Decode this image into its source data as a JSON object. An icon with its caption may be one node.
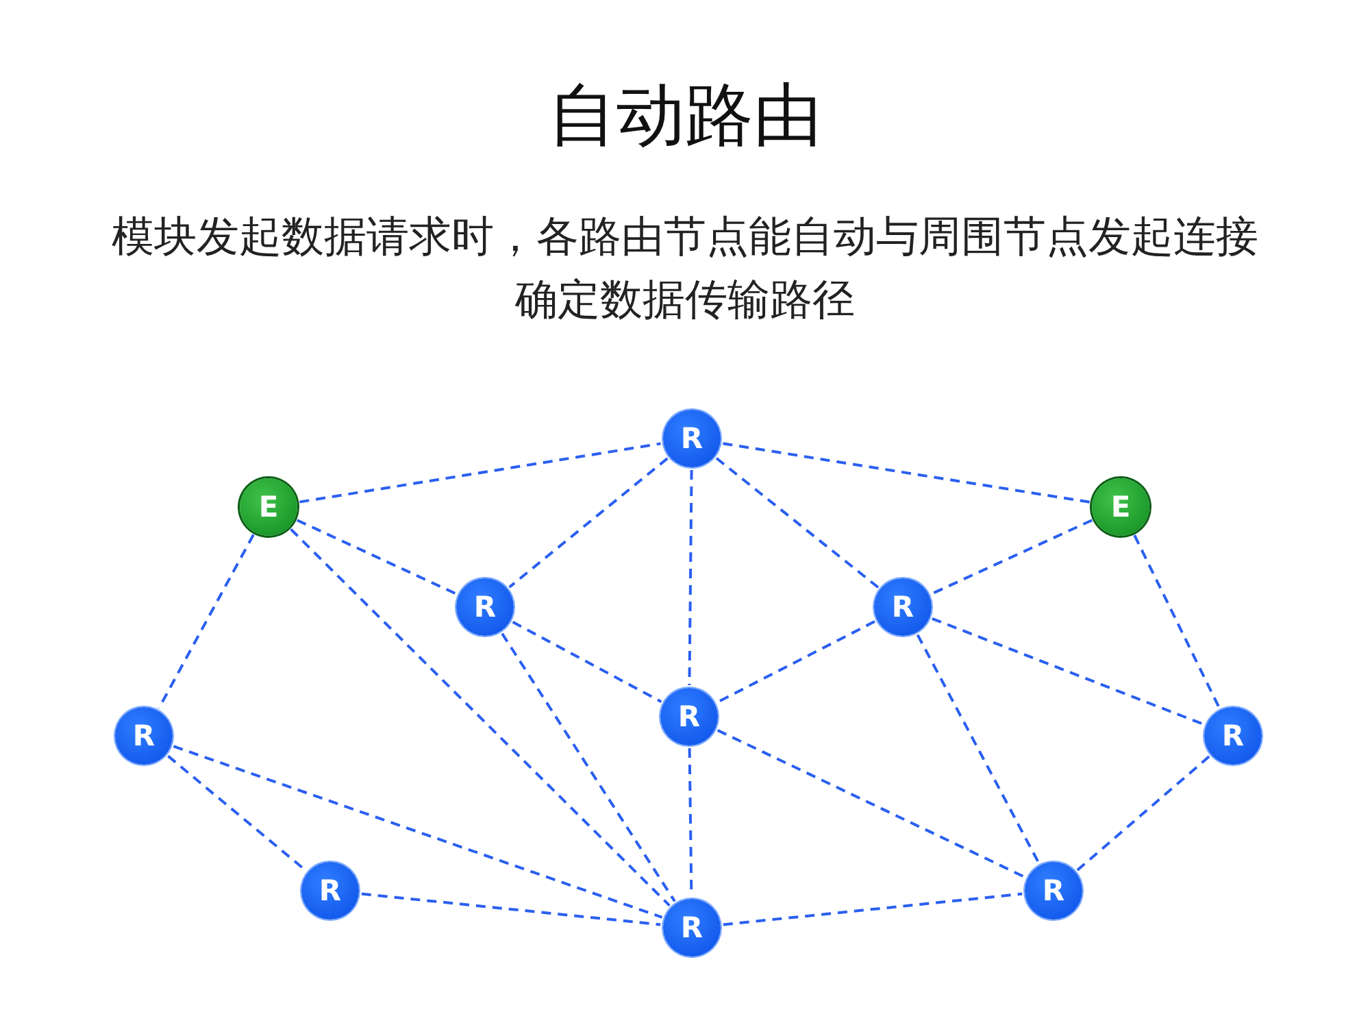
{
  "diagram": {
    "title": "自动路由",
    "labels": [
      "模块发起数据请求时，各路由节点能自动与周围节点发起连接确定数据传输路径"
    ],
    "nodes": [
      {
        "text": [
          "R"
        ]
      },
      {
        "text": [
          "E"
        ]
      },
      {
        "text": [
          "E"
        ]
      },
      {
        "text": [
          "R"
        ]
      },
      {
        "text": [
          "R"
        ]
      },
      {
        "text": [
          "R"
        ]
      },
      {
        "text": [
          "R"
        ]
      },
      {
        "text": [
          "R"
        ]
      },
      {
        "text": [
          "R"
        ]
      },
      {
        "text": [
          "R"
        ]
      },
      {
        "text": [
          "R"
        ]
      }
    ],
    "edges": [
      {
        "from": 1,
        "to": 0,
        "arrow": "none",
        "style": "dashed"
      },
      {
        "from": 1,
        "to": 3,
        "arrow": "none",
        "style": "dashed"
      },
      {
        "from": 1,
        "to": 5,
        "arrow": "none",
        "style": "dashed"
      },
      {
        "from": 1,
        "to": 9,
        "arrow": "none",
        "style": "dashed"
      },
      {
        "from": 0,
        "to": 3,
        "arrow": "none",
        "style": "dashed"
      },
      {
        "from": 0,
        "to": 6,
        "arrow": "none",
        "style": "dashed"
      },
      {
        "from": 0,
        "to": 4,
        "arrow": "none",
        "style": "dashed"
      },
      {
        "from": 0,
        "to": 2,
        "arrow": "none",
        "style": "dashed"
      },
      {
        "from": 2,
        "to": 4,
        "arrow": "none",
        "style": "dashed"
      },
      {
        "from": 2,
        "to": 7,
        "arrow": "none",
        "style": "dashed"
      },
      {
        "from": 3,
        "to": 6,
        "arrow": "none",
        "style": "dashed"
      },
      {
        "from": 3,
        "to": 9,
        "arrow": "none",
        "style": "dashed"
      },
      {
        "from": 4,
        "to": 6,
        "arrow": "none",
        "style": "dashed"
      },
      {
        "from": 4,
        "to": 7,
        "arrow": "none",
        "style": "dashed"
      },
      {
        "from": 4,
        "to": 10,
        "arrow": "none",
        "style": "dashed"
      },
      {
        "from": 6,
        "to": 9,
        "arrow": "none",
        "style": "dashed"
      },
      {
        "from": 6,
        "to": 10,
        "arrow": "none",
        "style": "dashed"
      },
      {
        "from": 5,
        "to": 8,
        "arrow": "none",
        "style": "dashed"
      },
      {
        "from": 5,
        "to": 9,
        "arrow": "none",
        "style": "dashed"
      },
      {
        "from": 8,
        "to": 9,
        "arrow": "none",
        "style": "dashed"
      },
      {
        "from": 9,
        "to": 10,
        "arrow": "none",
        "style": "dashed"
      },
      {
        "from": 10,
        "to": 7,
        "arrow": "none",
        "style": "dashed"
      }
    ]
  }
}
